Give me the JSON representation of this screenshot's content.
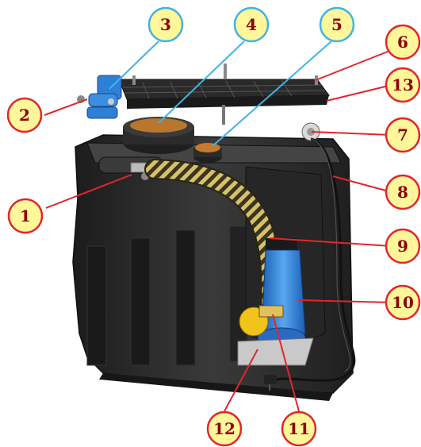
{
  "callouts": [
    {
      "id": "1",
      "ring": "#e2262b"
    },
    {
      "id": "2",
      "ring": "#e2262b"
    },
    {
      "id": "3",
      "ring": "#3fb4e5"
    },
    {
      "id": "4",
      "ring": "#3fb4e5"
    },
    {
      "id": "5",
      "ring": "#3fb4e5"
    },
    {
      "id": "6",
      "ring": "#e2262b"
    },
    {
      "id": "13",
      "ring": "#e2262b"
    },
    {
      "id": "7",
      "ring": "#e2262b"
    },
    {
      "id": "8",
      "ring": "#e2262b"
    },
    {
      "id": "9",
      "ring": "#e2262b"
    },
    {
      "id": "10",
      "ring": "#e2262b"
    },
    {
      "id": "11",
      "ring": "#e2262b"
    },
    {
      "id": "12",
      "ring": "#e2262b"
    }
  ],
  "colors": {
    "callout_fill": "#fff79a",
    "callout_text": "#8b0000",
    "tank": "#2b2b2b",
    "pump": "#2f7fd6",
    "hose": "#c9b560",
    "cover_grey": "#8a6a3a"
  },
  "icons": [
    "sewage-tank",
    "inlet-pipe",
    "pump-icon",
    "hose-icon",
    "grid-cover-icon",
    "power-plug-icon"
  ]
}
